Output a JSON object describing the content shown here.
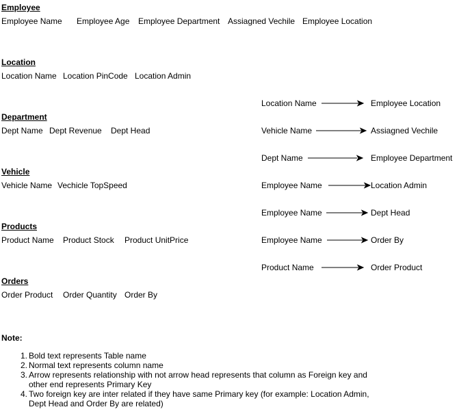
{
  "tables": [
    {
      "name": "Employee",
      "columns": [
        "Employee Name",
        "Employee Age",
        "Employee Department",
        "Assiagned Vechile",
        "Employee Location"
      ]
    },
    {
      "name": "Location",
      "columns": [
        "Location Name",
        "Location PinCode",
        "Location Admin"
      ]
    },
    {
      "name": "Department",
      "columns": [
        "Dept Name",
        "Dept Revenue",
        "Dept Head"
      ]
    },
    {
      "name": "Vehicle",
      "columns": [
        "Vehicle Name",
        "Vechicle TopSpeed"
      ]
    },
    {
      "name": "Products",
      "columns": [
        "Product Name",
        "Product Stock",
        "Product UnitPrice"
      ]
    },
    {
      "name": "Orders",
      "columns": [
        "Order Product",
        "Order Quantity",
        "Order By"
      ]
    }
  ],
  "relationships": [
    {
      "from": "Location Name",
      "to": "Employee Location"
    },
    {
      "from": "Vehicle Name",
      "to": "Assiagned Vechile"
    },
    {
      "from": "Dept Name",
      "to": "Employee Department"
    },
    {
      "from": "Employee Name",
      "to": "Location Admin"
    },
    {
      "from": "Employee Name",
      "to": "Dept Head"
    },
    {
      "from": "Employee Name",
      "to": "Order By"
    },
    {
      "from": "Product Name",
      "to": "Order Product"
    }
  ],
  "note": {
    "title": "Note:",
    "items": [
      {
        "num": "1.",
        "text": "Bold text represents Table name"
      },
      {
        "num": "2.",
        "text": "Normal text represents column name"
      },
      {
        "num": "3.",
        "text": "Arrow represents relationship with not arrow head represents that column as Foreign key and other end represents Primary Key"
      },
      {
        "num": "4.",
        "text": "Two foreign key are inter related if they have same Primary key (for example: Location Admin, Dept Head and Order By are related)"
      }
    ]
  },
  "colors": {
    "text": "#000000",
    "background": "#ffffff",
    "arrow": "#000000"
  }
}
